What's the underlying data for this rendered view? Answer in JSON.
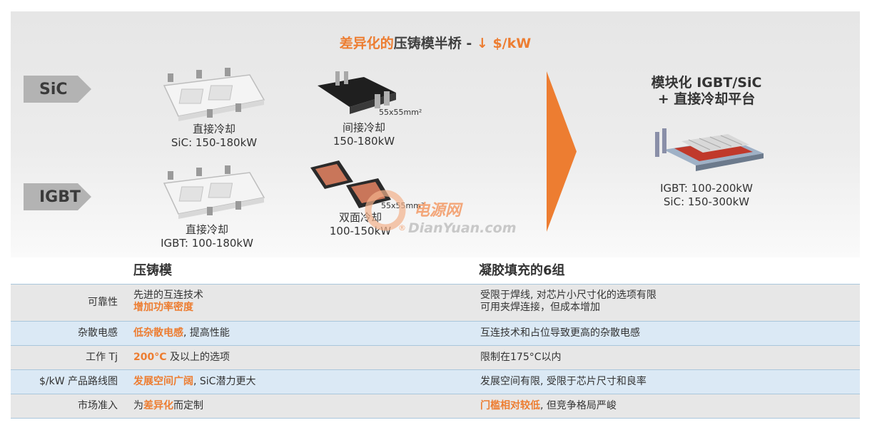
{
  "title": {
    "part1": "差异化的",
    "part2": "压铸模半桥 - ",
    "part3": "↓ $/kW"
  },
  "chevrons": {
    "sic": "SiC",
    "igbt": "IGBT"
  },
  "captions": {
    "sic_direct_l1": "直接冷却",
    "sic_direct_l2": "SiC: 150-180kW",
    "indirect_l1": "间接冷却",
    "indirect_l2": "150-180kW",
    "indirect_size": "55x55mm²",
    "igbt_direct_l1": "直接冷却",
    "igbt_direct_l2": "IGBT: 100-180kW",
    "double_l1": "双面冷却",
    "double_l2": "100-150kW",
    "double_size": "55x55mm²"
  },
  "right": {
    "title_l1": "模块化 IGBT/SiC",
    "title_l2": "+ 直接冷却平台",
    "cap_l1": "IGBT: 100-200kW",
    "cap_l2": "SiC: 150-300kW"
  },
  "watermark": {
    "cn": "电源网",
    "en": "DianYuan.com",
    "reg": "®"
  },
  "table": {
    "head1": "压铸模",
    "head2": "凝胶填充的6组",
    "rows": [
      {
        "label": "可靠性",
        "c1_a": "先进的互连技术",
        "c1_b": "增加功率密度",
        "c2_a": "受限于焊线, 对芯片小尺寸化的选项有限",
        "c2_b": "可用夹焊连接，但成本增加"
      },
      {
        "label": "杂散电感",
        "c1_hl": "低杂散电感",
        "c1_rest": ", 提高性能",
        "c2": "互连技术和占位导致更高的杂散电感"
      },
      {
        "label": "工作 Tj",
        "c1_hl": "200°C",
        "c1_rest": " 及以上的选项",
        "c2": "限制在175°C以内"
      },
      {
        "label": "$/kW 产品路线图",
        "c1_hl": "发展空间广阔",
        "c1_rest": ", SiC潜力更大",
        "c2": "发展空间有限, 受限于芯片尺寸和良率"
      },
      {
        "label": "市场准入",
        "c1_pre": "为",
        "c1_hl": "差异化",
        "c1_rest": "而定制",
        "c2_hl": "门槛相对较低",
        "c2_rest": ", 但竞争格局严峻"
      }
    ]
  },
  "colors": {
    "accent": "#ed7d31",
    "chevron": "#b3b3b3",
    "row_gray": "#e7e7e7",
    "row_blue": "#dbe9f5"
  }
}
